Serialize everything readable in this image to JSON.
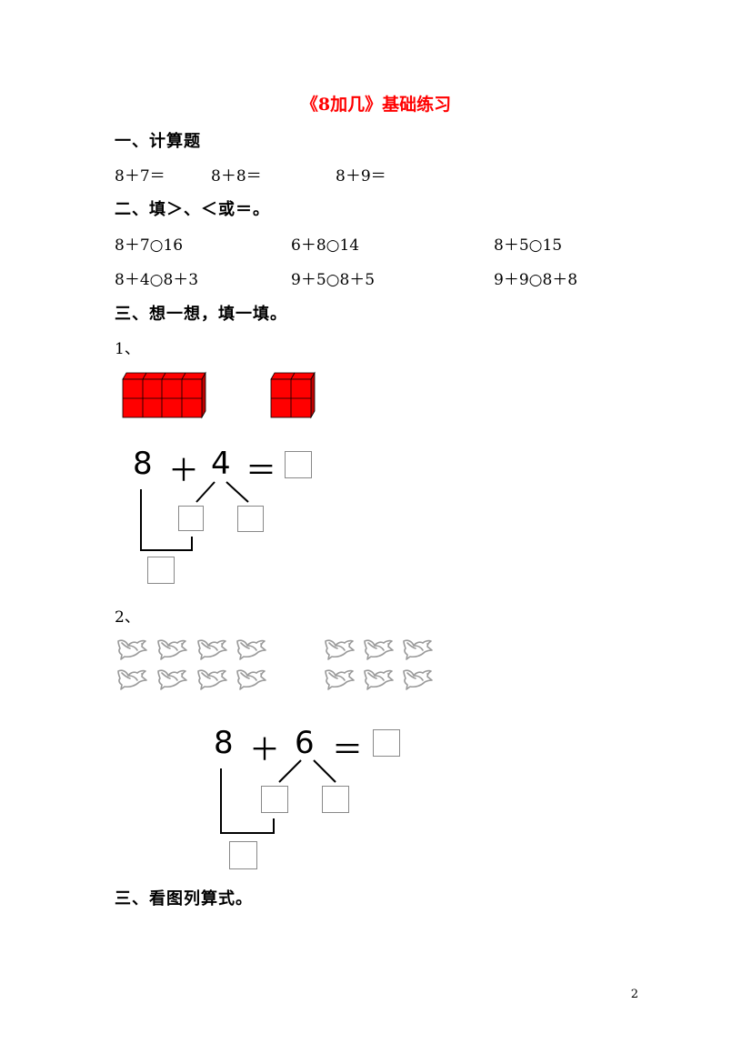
{
  "title": "《8加几》基础练习",
  "sections": [
    {
      "heading": "一、计算题"
    },
    {
      "heading": "二、填＞、＜或＝。"
    },
    {
      "heading": "三、想一想，填一填。"
    },
    {
      "heading": "三、看图列算式。"
    }
  ],
  "calc_items": [
    "8＋7＝",
    "8＋8＝",
    "8＋9＝"
  ],
  "compare_rows": [
    [
      "8＋7○16",
      "6＋8○14",
      "8＋5○15"
    ],
    [
      "8＋4○8＋3",
      "9＋5○8＋5",
      "9＋9○8＋8"
    ]
  ],
  "problem1": {
    "label": "1、",
    "a": "8",
    "op": "＋",
    "b": "4",
    "eq": "＝",
    "cube_color": "#ff0000"
  },
  "problem2": {
    "label": "2、",
    "a": "8",
    "op": "＋",
    "b": "6",
    "eq": "＝"
  },
  "page_number": "2"
}
